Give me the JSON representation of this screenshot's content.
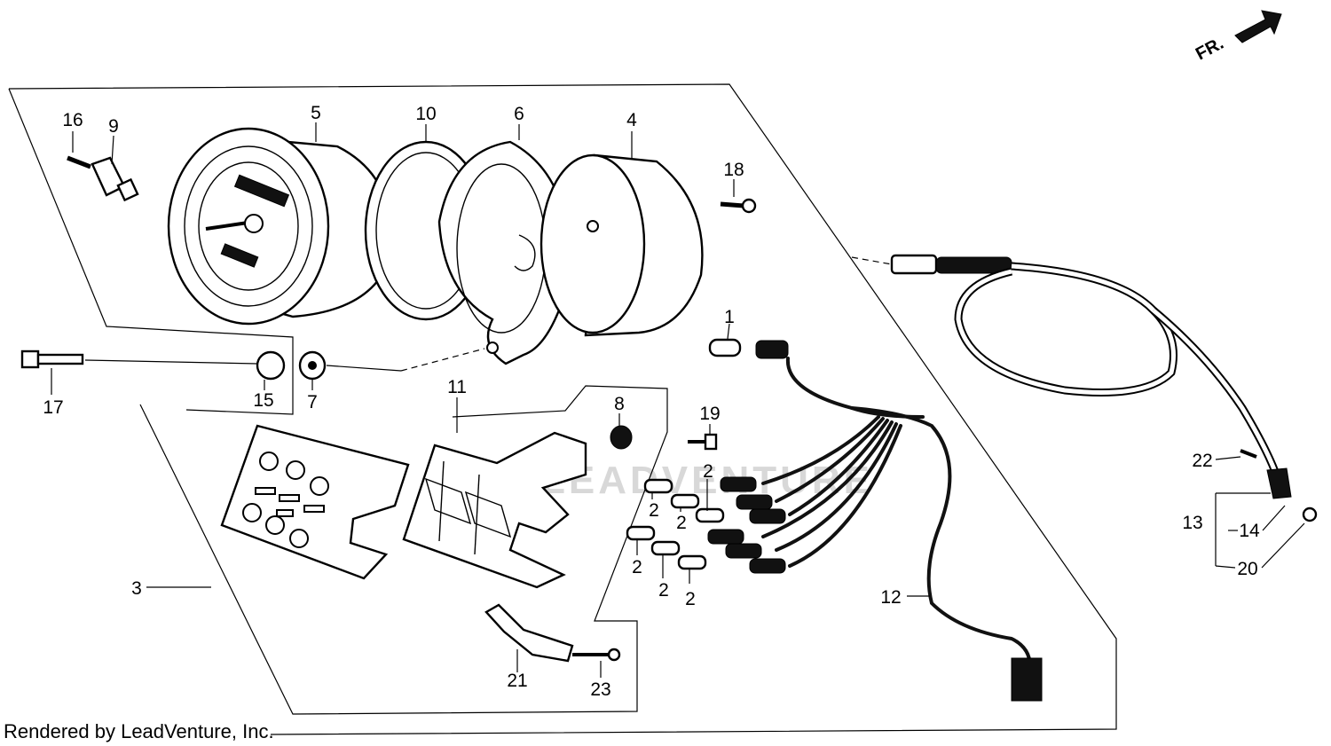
{
  "credit": "Rendered by LeadVenture, Inc.",
  "watermark": "LEADVENTURE",
  "direction_indicator": "FR.",
  "callouts": {
    "p1": "1",
    "p2": "2",
    "p3": "3",
    "p4": "4",
    "p5": "5",
    "p6": "6",
    "p7": "7",
    "p8": "8",
    "p9": "9",
    "p10": "10",
    "p11": "11",
    "p12": "12",
    "p13": "13",
    "p14": "14",
    "p15": "15",
    "p16": "16",
    "p17": "17",
    "p18": "18",
    "p19": "19",
    "p20": "20",
    "p21": "21",
    "p22": "22",
    "p23": "23"
  }
}
